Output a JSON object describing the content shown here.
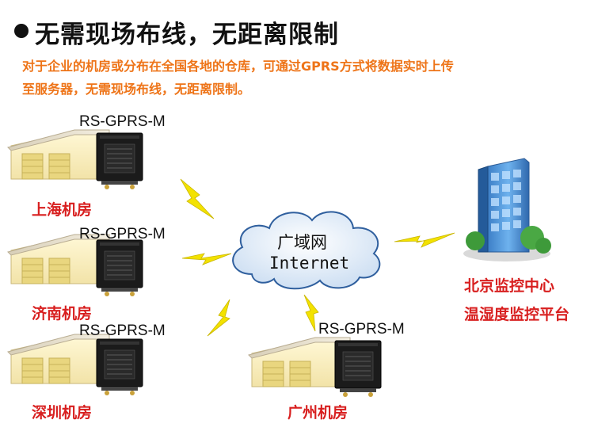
{
  "header": {
    "title": "无需现场布线，无距离限制",
    "description_line1": "对于企业的机房或分布在全国各地的仓库，可通过GPRS方式将数据实时上传",
    "description_line2": "至服务器，无需现场布线，无距离限制。"
  },
  "nodes": [
    {
      "device": "RS-GPRS-M",
      "location": "上海机房"
    },
    {
      "device": "RS-GPRS-M",
      "location": "济南机房"
    },
    {
      "device": "RS-GPRS-M",
      "location": "深圳机房"
    },
    {
      "device": "RS-GPRS-M",
      "location": "广州机房"
    }
  ],
  "network": {
    "label_cn": "广域网",
    "label_en": "Internet"
  },
  "center": {
    "line1": "北京监控中心",
    "line2": "温湿度监控平台"
  },
  "colors": {
    "title": "#111111",
    "intro": "#ee7418",
    "location": "#d81f1f",
    "bolt": "#f3e200",
    "cloud_fill": "#dbe9f7",
    "cloud_stroke": "#2f5f9e"
  }
}
